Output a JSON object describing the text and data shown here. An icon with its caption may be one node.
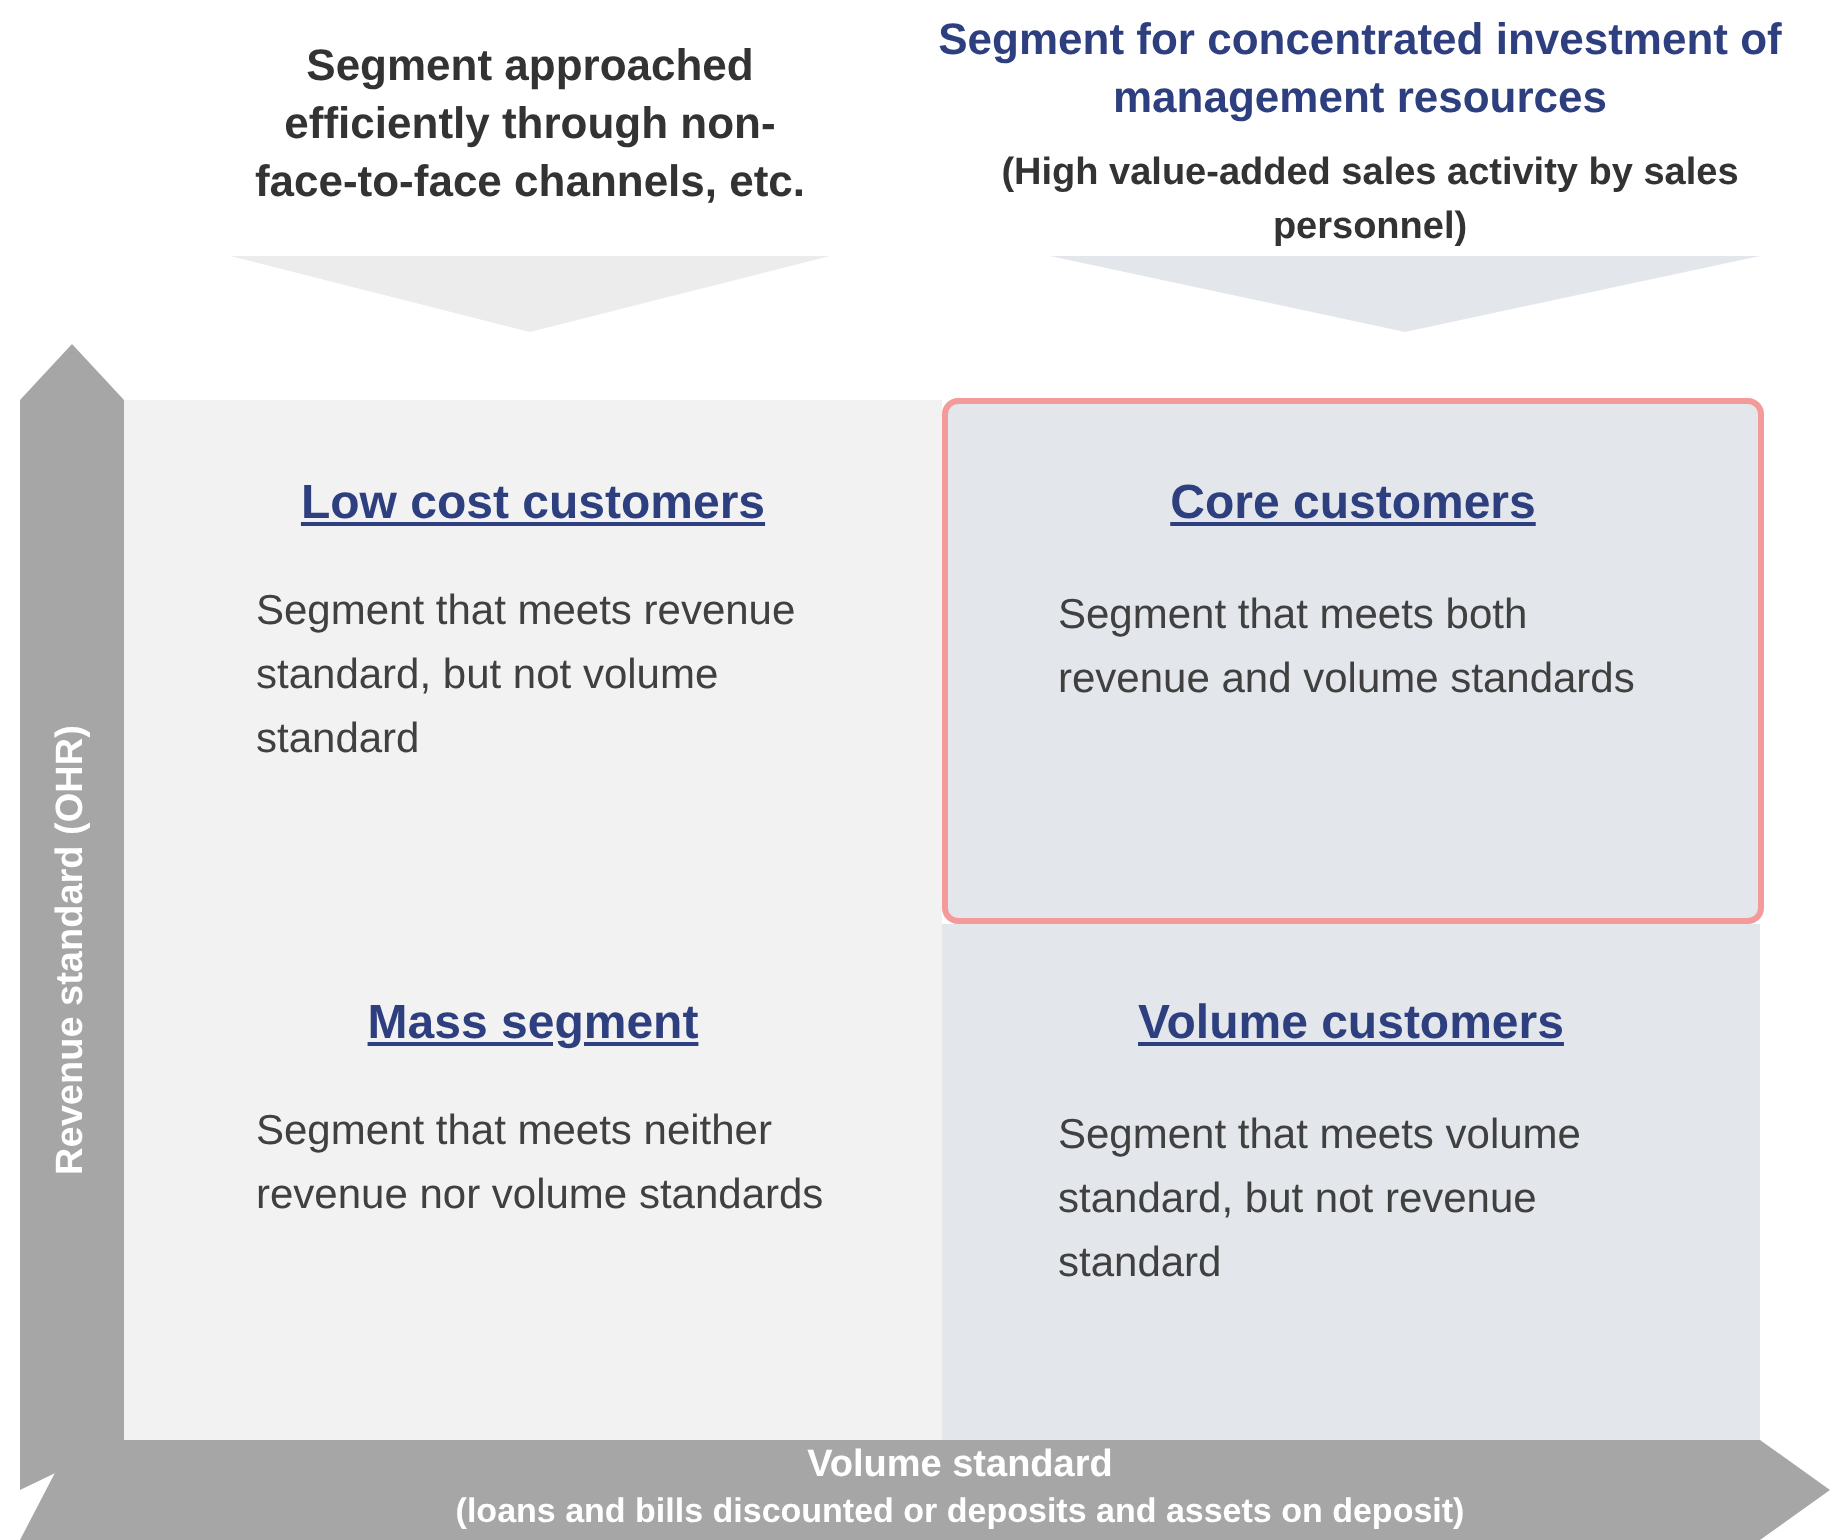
{
  "diagram": {
    "nodes": [
      {
        "text": [],
        "shape": "chevron"
      },
      {
        "text": [],
        "shape": "chevron"
      },
      {
        "text": [
          "Low cost customers",
          "Segment that meets revenue standard, but not volume standard"
        ]
      },
      {
        "text": [
          "Core customers",
          "Segment that meets both revenue and volume standards"
        ]
      },
      {
        "text": [
          "Mass segment",
          "Segment that meets neither revenue nor volume standards"
        ]
      },
      {
        "text": [
          "Volume customers",
          "Segment that meets volume standard, but not revenue standard"
        ]
      }
    ],
    "labels": [
      "Segment approached efficiently through non-face-to-face channels, etc.",
      "Segment for concentrated investment of management resources",
      "(High value-added sales activity by sales personnel)",
      "Revenue standard (OHR)",
      "Volume standard",
      "(loans and bills discounted or deposits and assets on deposit)"
    ]
  }
}
